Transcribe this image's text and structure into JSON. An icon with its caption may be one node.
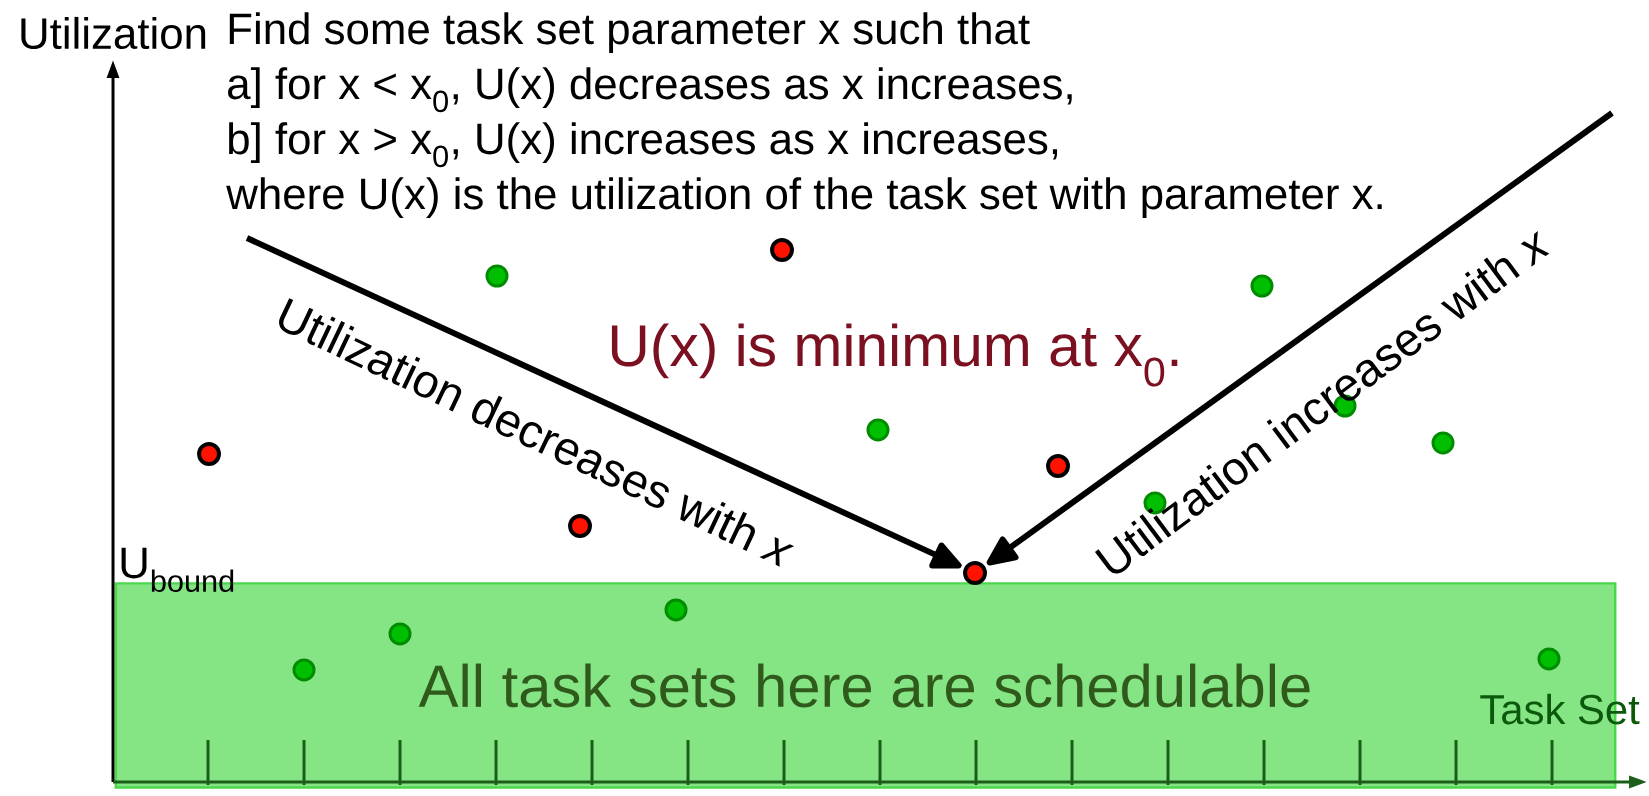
{
  "diagram": {
    "nodes": [
      {
        "text": [
          "All task sets here are schedulable"
        ]
      },
      {
        "text": [],
        "shape": "circle"
      },
      {
        "text": [],
        "shape": "circle"
      },
      {
        "text": [],
        "shape": "circle"
      },
      {
        "text": [],
        "shape": "circle"
      },
      {
        "text": [],
        "shape": "circle"
      }
    ],
    "edges": [
      {
        "from": null,
        "to": 4,
        "arrow": "to",
        "label": "Utilization decreases with *x*"
      },
      {
        "from": null,
        "to": 4,
        "arrow": "to",
        "label": "Utilization increases with *x*"
      }
    ],
    "labels": [
      "Utilization",
      "Find some task set parameter x such that",
      "a] for x < x$_{0}$, U(x) decreases as x increases,",
      "b] for x > x$_{0}$, U(x) increases as x increases,",
      "where U(x) is the utilization of the task set with parameter x.",
      "U(x) is minimum at x$_{0}$.",
      "U$_{bound}$",
      "Task Set"
    ]
  }
}
